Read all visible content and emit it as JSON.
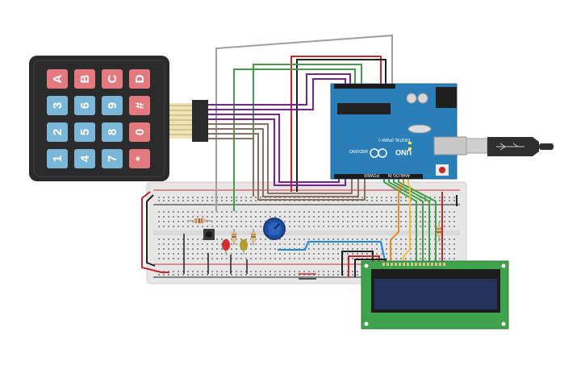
{
  "keypad": {
    "rows": [
      [
        "A",
        "B",
        "C",
        "D"
      ],
      [
        "3",
        "6",
        "9",
        "#"
      ],
      [
        "2",
        "5",
        "8",
        "0"
      ],
      [
        "1",
        "4",
        "7",
        "*"
      ]
    ],
    "colors": {
      "body": "#2b2b2b",
      "key_red": "#e37a7f",
      "key_blue": "#7ab7d8"
    }
  },
  "arduino": {
    "logo_text": "UNO",
    "brand_text": "ARDUINO",
    "digital_label": "DIGITAL (PWM~)",
    "power_label": "POWER",
    "analog_label": "ANALOG IN",
    "colors": {
      "board": "#2a7fb8"
    }
  },
  "breadboard": {
    "colors": {
      "body": "#e4e4e4",
      "rail_red": "#d32f2f",
      "rail_black": "#222222"
    }
  },
  "lcd": {
    "colors": {
      "pcb": "#3fa34d",
      "screen": "#26345c"
    }
  },
  "usb": {
    "colors": {
      "cable": "#2f2f2f",
      "plug": "#cfcfcf"
    }
  },
  "wire_colors": {
    "gray": "#9e9e9e",
    "green": "#43a047",
    "red": "#c62828",
    "black": "#222222",
    "purple": "#7b1fa2",
    "brown": "#8d6e63",
    "blue": "#1e88e5",
    "orange": "#ef8a1c",
    "yellow": "#f2c12e"
  }
}
